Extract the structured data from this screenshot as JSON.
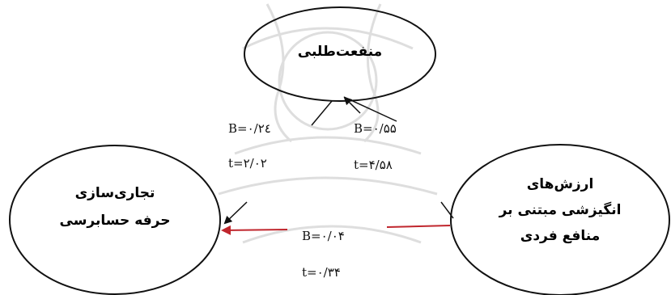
{
  "nodes": {
    "utilitarianism": "منفعت‌طلبی",
    "commercialization": {
      "line1": "تجاری‌سازی",
      "line2": "حرفه حسابرسی"
    },
    "values": {
      "line1": "ارزش‌های",
      "line2": "انگیزشی مبتنی بر",
      "line3": "منافع فردی"
    }
  },
  "paths": {
    "values_to_utilitarianism": {
      "B": "B=۰/۵۵",
      "t": "t=۴/۵۸"
    },
    "utilitarianism_to_commercialization": {
      "B": "B=۰/۲٤",
      "t": "t=۲/۰۲"
    },
    "values_to_commercialization": {
      "B": "B=۰/۰۴",
      "t": "t=۰/۳۴",
      "color": "#c0262d"
    }
  },
  "colors": {
    "line": "#111111",
    "highlight": "#c0262d",
    "watermark": "#dcdcdc"
  }
}
